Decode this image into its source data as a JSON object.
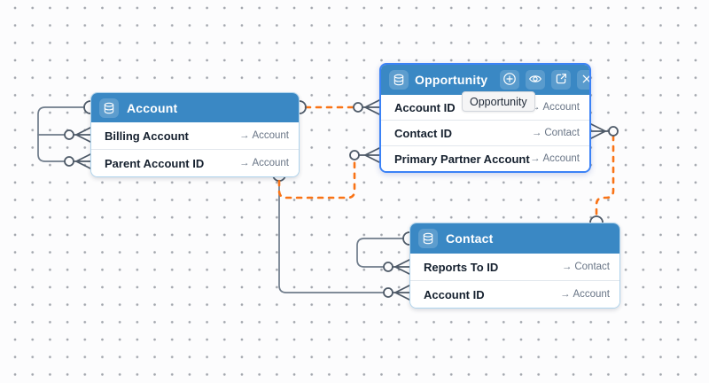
{
  "ui": {
    "fk_arrow": "→"
  },
  "colors": {
    "header_blue": "#3a88c4",
    "selected_border_blue": "#3b82f6",
    "table_border_blue": "#aed3ec",
    "relation_gray": "#6e7b8a",
    "relation_highlight_orange": "#f97316",
    "cardinality_glyph": "#4e5a68"
  },
  "tables": {
    "account": {
      "title": "Account",
      "columns": [
        {
          "name": "Billing Account",
          "target": "Account"
        },
        {
          "name": "Parent Account ID",
          "target": "Account"
        }
      ]
    },
    "opportunity": {
      "title": "Opportunity",
      "selected": true,
      "header_buttons": [
        {
          "icon": "circle-plus-icon"
        },
        {
          "icon": "eye-icon"
        },
        {
          "icon": "open-in-new-icon"
        },
        {
          "icon": "close-icon"
        }
      ],
      "columns": [
        {
          "name": "Account ID",
          "target": "Account"
        },
        {
          "name": "Contact ID",
          "target": "Contact"
        },
        {
          "name": "Primary Partner Account",
          "target": "Account"
        }
      ]
    },
    "contact": {
      "title": "Contact",
      "columns": [
        {
          "name": "Reports To ID",
          "target": "Contact"
        },
        {
          "name": "Account ID",
          "target": "Account"
        }
      ]
    }
  },
  "tooltip": {
    "text": "Opportunity"
  },
  "relationships": [
    {
      "from": "Account.Billing Account",
      "to": "Account",
      "cardinality": "zero-or-many:one",
      "style": "gray-solid"
    },
    {
      "from": "Account.Parent Account ID",
      "to": "Account",
      "cardinality": "zero-or-many:one",
      "style": "gray-solid"
    },
    {
      "from": "Opportunity.Account ID",
      "to": "Account",
      "cardinality": "zero-or-many:one",
      "style": "orange-dashed"
    },
    {
      "from": "Opportunity.Primary Partner Account",
      "to": "Account",
      "cardinality": "zero-or-many:one",
      "style": "orange-dashed"
    },
    {
      "from": "Opportunity.Contact ID",
      "to": "Contact",
      "cardinality": "zero-or-many:one",
      "style": "orange-dashed"
    },
    {
      "from": "Contact.Reports To ID",
      "to": "Contact",
      "cardinality": "zero-or-many:one",
      "style": "gray-solid"
    },
    {
      "from": "Contact.Account ID",
      "to": "Account",
      "cardinality": "zero-or-many:one",
      "style": "gray-solid"
    }
  ]
}
